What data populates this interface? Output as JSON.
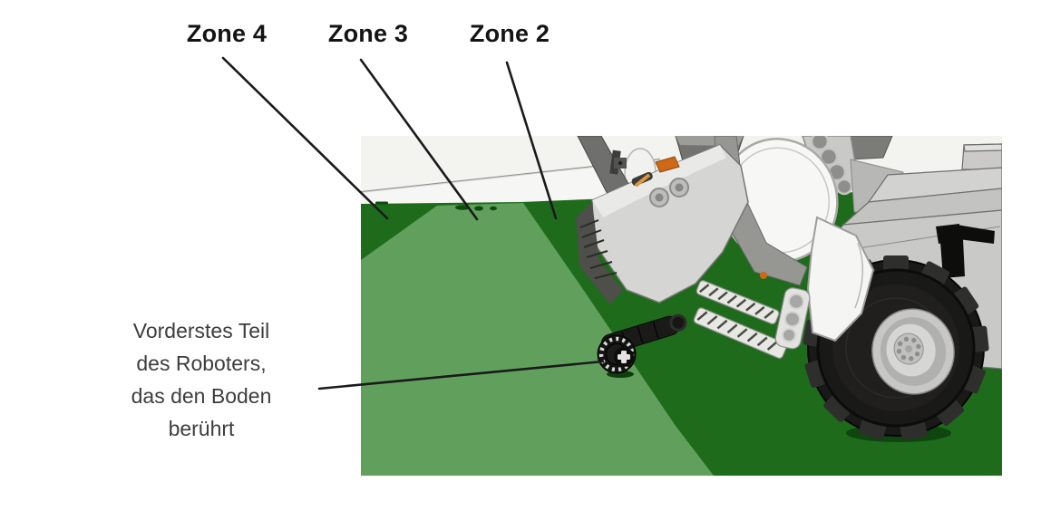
{
  "figure": {
    "zones": [
      {
        "id": "zone4",
        "label": "Zone 4"
      },
      {
        "id": "zone3",
        "label": "Zone 3"
      },
      {
        "id": "zone2",
        "label": "Zone 2"
      }
    ],
    "annotation": {
      "lines": [
        "Vorderstes Teil",
        "des Roboters,",
        "das den Boden",
        "berührt"
      ]
    }
  },
  "colors": {
    "zone_label_color": "#141414",
    "annotation_color": "#3d3d3d",
    "leader_line": "#1a1a1a",
    "dark_green": "#1e6b1c",
    "light_green": "#61a05c",
    "scene_background": "#f3f3f0",
    "table_edge_line": "#8f8f8d"
  }
}
